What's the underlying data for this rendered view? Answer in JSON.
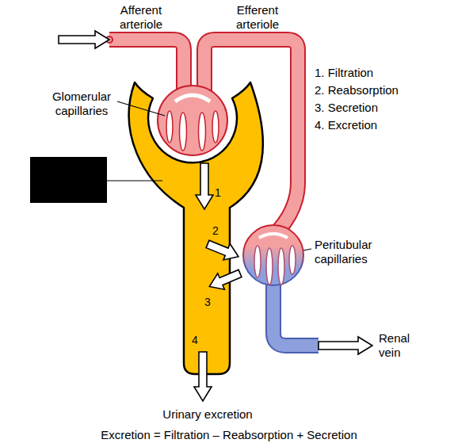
{
  "diagram": {
    "caption": "Excretion = Filtration – Reabsorption + Secretion",
    "labels": [
      "Afferent arteriole",
      "Efferent arteriole",
      "1. Filtration",
      "2. Reabsorption",
      "3. Secretion",
      "4. Excretion",
      "Glomerular capillaries",
      "1",
      "2",
      "Peritubular capillaries",
      "3",
      "4",
      "Renal vein",
      "Urinary excretion"
    ]
  }
}
